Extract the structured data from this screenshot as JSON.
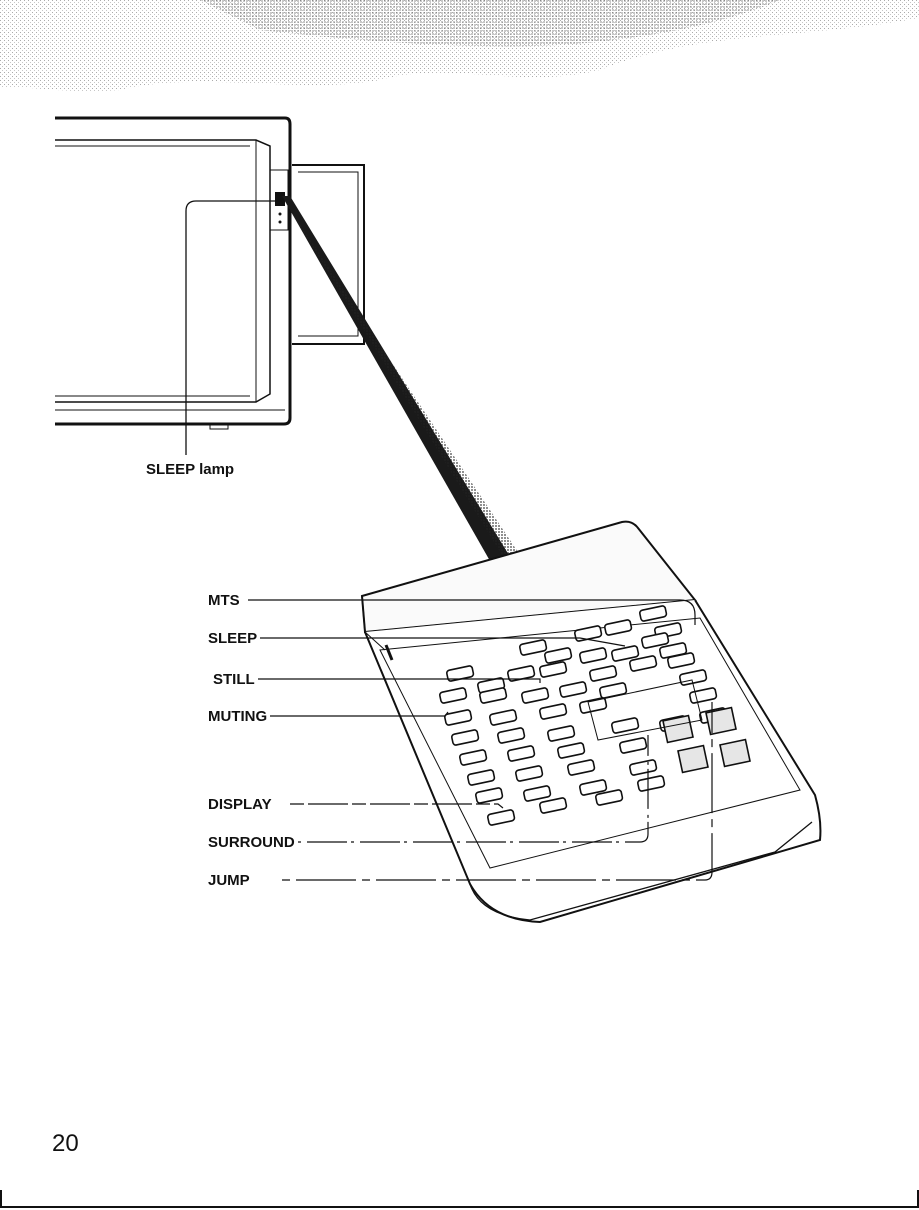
{
  "labels": {
    "sleep_lamp": "SLEEP lamp",
    "mts": "MTS",
    "sleep": "SLEEP",
    "still": "STILL",
    "muting": "MUTING",
    "display": "DISPLAY",
    "surround": "SURROUND",
    "jump": "JUMP"
  },
  "page_number": "20",
  "colors": {
    "ink": "#111111",
    "paper": "#ffffff"
  }
}
